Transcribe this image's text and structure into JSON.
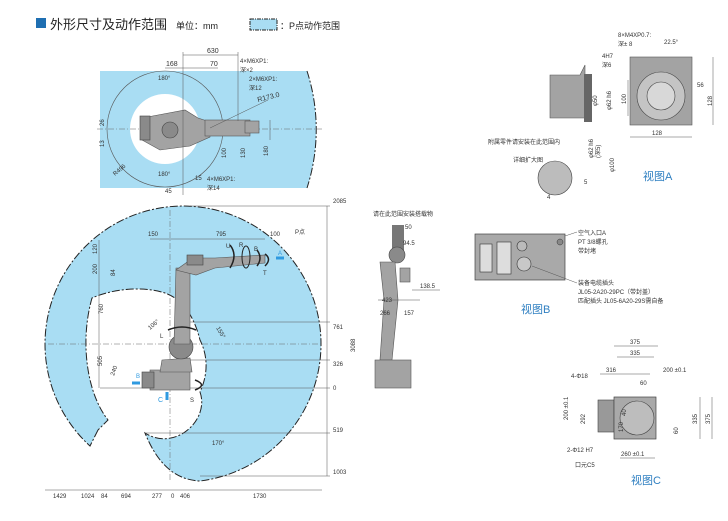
{
  "header": {
    "title": "外形尺寸及动作范围",
    "unit_label": "单位：mm",
    "legend_label": "：P点动作范围",
    "accent_color": "#1f6fb2",
    "envelope_color": "#a9ddf3"
  },
  "top_view": {
    "d630": "630",
    "d168": "168",
    "d70": "70",
    "note1a": "4×M6XP1:",
    "note1b": "深×2",
    "note2a": "2×M6XP1:",
    "note2b": "深12",
    "r173": "R173.0",
    "angle_top": "180°",
    "angle_bottom": "180°",
    "d26": "26",
    "d13": "13",
    "d100": "100",
    "d130": "130",
    "d180": "180",
    "r496": "R496",
    "d15": "15",
    "note3a": "4×M6XP1:",
    "note3b": "深14",
    "d45": "45"
  },
  "view_a": {
    "note1a": "8×M4XP0.7:",
    "note1b": "深± 8",
    "angle": "22.5°",
    "note2a": "4H7",
    "note2b": "深6",
    "d56": "56",
    "d128v": "128",
    "d128h": "128",
    "phi50": "φ50",
    "phi62": "φ62 h6",
    "d100": "100",
    "mount_note": "附属零件请安装在此范围内",
    "detail_label": "详细扩大图",
    "phi62b": "φ62 h6",
    "depth5": "(深5)",
    "phi100": "φ100",
    "d5": "5",
    "d4": "4",
    "title": "视图A"
  },
  "side_view": {
    "load_note": "请在此范围安装搭载物",
    "d50": "50",
    "d94": "94.5",
    "d138": "138.5",
    "d423": "423",
    "d266": "266",
    "d157": "157"
  },
  "view_b": {
    "air_a": "空气入口A",
    "air_b": "PT 3/8螺孔",
    "air_c": "带封堵",
    "plug_a": "装备电缆插头",
    "plug_b": "JL05-2A20-29PC（带封盖）",
    "plug_c": "匹配插头 JL05-6A20-29S需自备",
    "title": "视图B"
  },
  "view_c": {
    "d375t": "375",
    "d335t": "335",
    "d316": "316",
    "d200t": "200 ±0.1",
    "d60t": "60",
    "hole18": "4-Φ18",
    "d200l": "200 ±0.1",
    "d292": "292",
    "d170": "170",
    "d40": "40",
    "d335r": "335",
    "d375r": "375",
    "d60r": "60",
    "hole12": "2-Φ12 H7",
    "chamfer": "口元C5",
    "d260": "260 ±0.1",
    "title": "视图C"
  },
  "main_view": {
    "d2085": "2085",
    "d150": "150",
    "d795": "795",
    "d100": "100",
    "p_point": "P点",
    "axis_u": "U",
    "axis_r": "R",
    "axis_b": "B",
    "axis_t": "T",
    "arrow_a": "A",
    "d120": "120",
    "d200": "200",
    "d84": "84",
    "d760": "760",
    "angle106": "106°",
    "axis_l": "L",
    "angle155": "155°",
    "d505": "505",
    "d240": "240",
    "arrow_b": "B",
    "arrow_c": "C",
    "axis_s": "S",
    "h761": "761",
    "h326": "326",
    "h0": "0",
    "h3088": "3088",
    "h519": "519",
    "angle170": "170°",
    "h1003": "1003",
    "bottom": [
      "1429",
      "1024",
      "84",
      "694",
      "277",
      "0",
      "406",
      "1730"
    ]
  }
}
